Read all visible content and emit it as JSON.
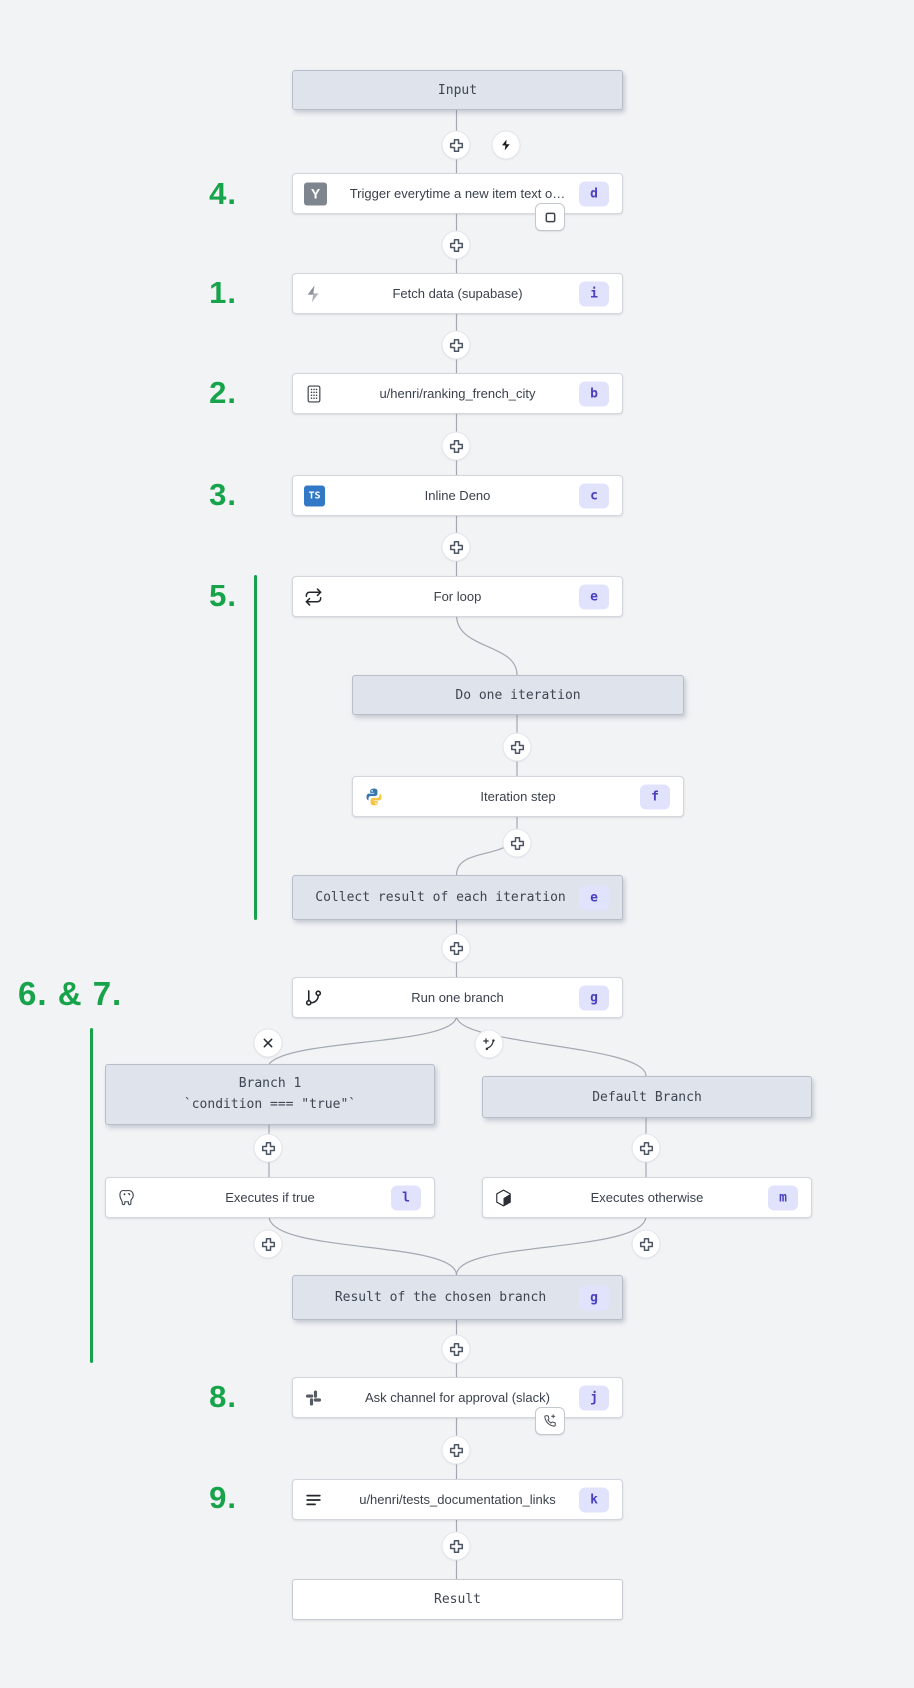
{
  "colors": {
    "background": "#f1f3f5",
    "annotation_green": "#17a34a",
    "badge_bg": "#e1e3fc",
    "badge_text": "#4a3fc0",
    "virtual_box_bg": "#dee3ec",
    "node_bg": "#ffffff",
    "connector": "#a3a9b3"
  },
  "annotations": {
    "n4": "4.",
    "n1": "1.",
    "n2": "2.",
    "n3": "3.",
    "n5": "5.",
    "n67": "6. & 7.",
    "n8": "8.",
    "n9": "9."
  },
  "flow": {
    "input": {
      "label": "Input"
    },
    "trigger": {
      "label": "Trigger everytime a new item text o…",
      "badge": "d",
      "icon": "hackernews-y-icon"
    },
    "fetch": {
      "label": "Fetch data (supabase)",
      "badge": "i",
      "icon": "supabase-bolt-icon"
    },
    "ranking": {
      "label": "u/henri/ranking_french_city",
      "badge": "b",
      "icon": "building-icon"
    },
    "inline_deno": {
      "label": "Inline Deno",
      "badge": "c",
      "icon": "typescript-icon"
    },
    "for_loop": {
      "label": "For loop",
      "badge": "e",
      "icon": "loop-icon"
    },
    "do_iteration": {
      "label": "Do one iteration"
    },
    "iteration_step": {
      "label": "Iteration step",
      "badge": "f",
      "icon": "python-icon"
    },
    "collect": {
      "label": "Collect result of each iteration",
      "badge": "e"
    },
    "run_branch": {
      "label": "Run one branch",
      "badge": "g",
      "icon": "git-branch-icon"
    },
    "branch1": {
      "title": "Branch 1",
      "condition": "`condition === \"true\"`"
    },
    "default_branch": {
      "label": "Default Branch"
    },
    "exec_true": {
      "label": "Executes if true",
      "badge": "l",
      "icon": "postgresql-icon"
    },
    "exec_otherwise": {
      "label": "Executes otherwise",
      "badge": "m",
      "icon": "cube-icon"
    },
    "chosen_result": {
      "label": "Result of the chosen branch",
      "badge": "g"
    },
    "ask_approval": {
      "label": "Ask channel for approval (slack)",
      "badge": "j",
      "icon": "slack-icon"
    },
    "tests_doc": {
      "label": "u/henri/tests_documentation_links",
      "badge": "k",
      "icon": "menu-icon"
    },
    "result": {
      "label": "Result"
    }
  }
}
